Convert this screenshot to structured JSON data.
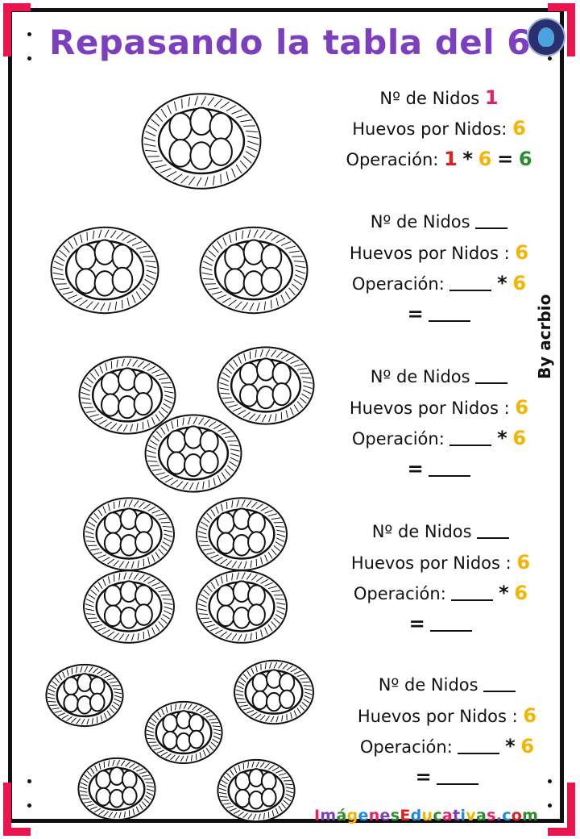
{
  "title": "Repasando la tabla del 6",
  "credit": "By acrbio",
  "footer_letters": [
    "I",
    "m",
    "á",
    "g",
    "e",
    "n",
    "e",
    "s",
    "E",
    "d",
    "u",
    "c",
    "a",
    "t",
    "i",
    "v",
    "a",
    "s",
    ".",
    "c",
    "o",
    "m"
  ],
  "footer_colors": [
    "#e91e63",
    "#7b3fbf",
    "#2e8b2e",
    "#f5b400",
    "#1e88e5",
    "#e91e63",
    "#7b3fbf",
    "#2e8b2e",
    "#e02020",
    "#1e88e5",
    "#f5b400",
    "#2e8b2e",
    "#e91e63",
    "#7b3fbf",
    "#1e88e5",
    "#f5b400",
    "#2e8b2e",
    "#e91e63",
    "#7b3fbf",
    "#1e88e5",
    "#e02020",
    "#2e8b2e"
  ],
  "labels": {
    "nidos": "Nº de Nidos",
    "huevos": "Huevos por Nidos",
    "operacion": "Operación:",
    "colon": ":",
    "times": "*",
    "equals": "=",
    "six": "6"
  },
  "example": {
    "nidos": "1",
    "huevos": "6",
    "a": "1",
    "b": "6",
    "result": "6"
  },
  "colors": {
    "title": "#7b3fbf",
    "accent": "#e8154f",
    "pink": "#e91e63",
    "yellow": "#f5b400",
    "red": "#e02020",
    "green": "#2e8b2e"
  }
}
